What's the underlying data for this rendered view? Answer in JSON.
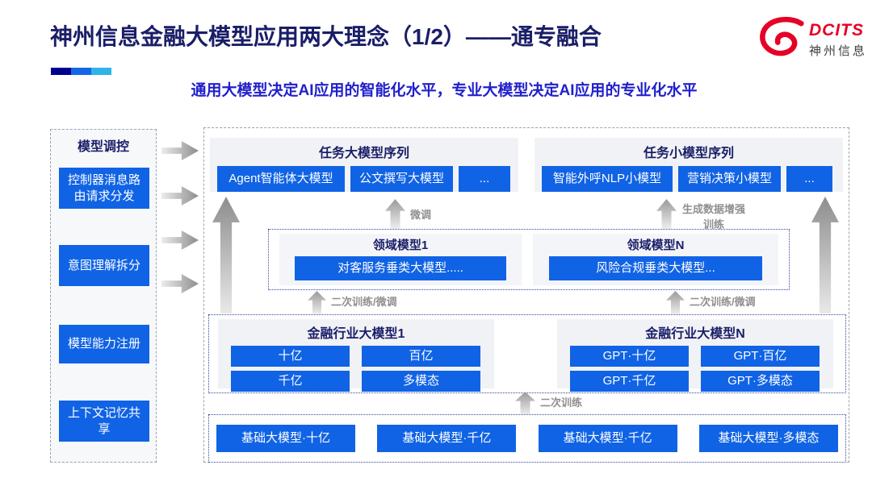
{
  "slide": {
    "title": "神州信息金融大模型应用两大理念（1/2）——通专融合",
    "subtitle": "通用大模型决定AI应用的智能化水平，专业大模型决定AI应用的专业化水平"
  },
  "logo": {
    "brand": "DCITS",
    "brand_cn": "神州信息",
    "icon": "dcits-swirl-icon"
  },
  "colors": {
    "button_blue": "#1063e5",
    "navy_text": "#1a1e67",
    "subtitle_blue": "#2120cb",
    "brand_red": "#e60026",
    "arrow_gray": "#8f8f8f",
    "accent_bar": [
      "#00008f",
      "#1468e8",
      "#2fb4e8"
    ]
  },
  "sidebar": {
    "title": "模型调控",
    "items": [
      {
        "label": "控制器消息路由请求分发"
      },
      {
        "label": "意图理解拆分"
      },
      {
        "label": "模型能力注册"
      },
      {
        "label": "上下文记忆共享"
      }
    ]
  },
  "task_large": {
    "title": "任务大模型序列",
    "items": [
      "Agent智能体大模型",
      "公文撰写大模型",
      "..."
    ]
  },
  "task_small": {
    "title": "任务小模型序列",
    "items": [
      "智能外呼NLP小模型",
      "营销决策小模型",
      "..."
    ]
  },
  "domain": {
    "groups": [
      {
        "title": "领域模型1",
        "model": "对客服务垂类大模型....."
      },
      {
        "title": "领域模型N",
        "model": "风险合规垂类大模型..."
      }
    ]
  },
  "industry": {
    "groups": [
      {
        "title": "金融行业大模型1",
        "items": [
          "十亿",
          "百亿",
          "千亿",
          "多模态"
        ]
      },
      {
        "title": "金融行业大模型N",
        "items": [
          "GPT·十亿",
          "GPT·百亿",
          "GPT·千亿",
          "GPT·多模态"
        ]
      }
    ]
  },
  "base": {
    "items": [
      "基础大模型·十亿",
      "基础大模型·千亿",
      "基础大模型·千亿",
      "基础大模型·多模态"
    ]
  },
  "arrows": {
    "fine_tune": "微调",
    "gen_data_train": "生成数据增强训练",
    "secondary_left": "二次训练/微调",
    "secondary_right": "二次训练/微调",
    "secondary": "二次训练"
  }
}
